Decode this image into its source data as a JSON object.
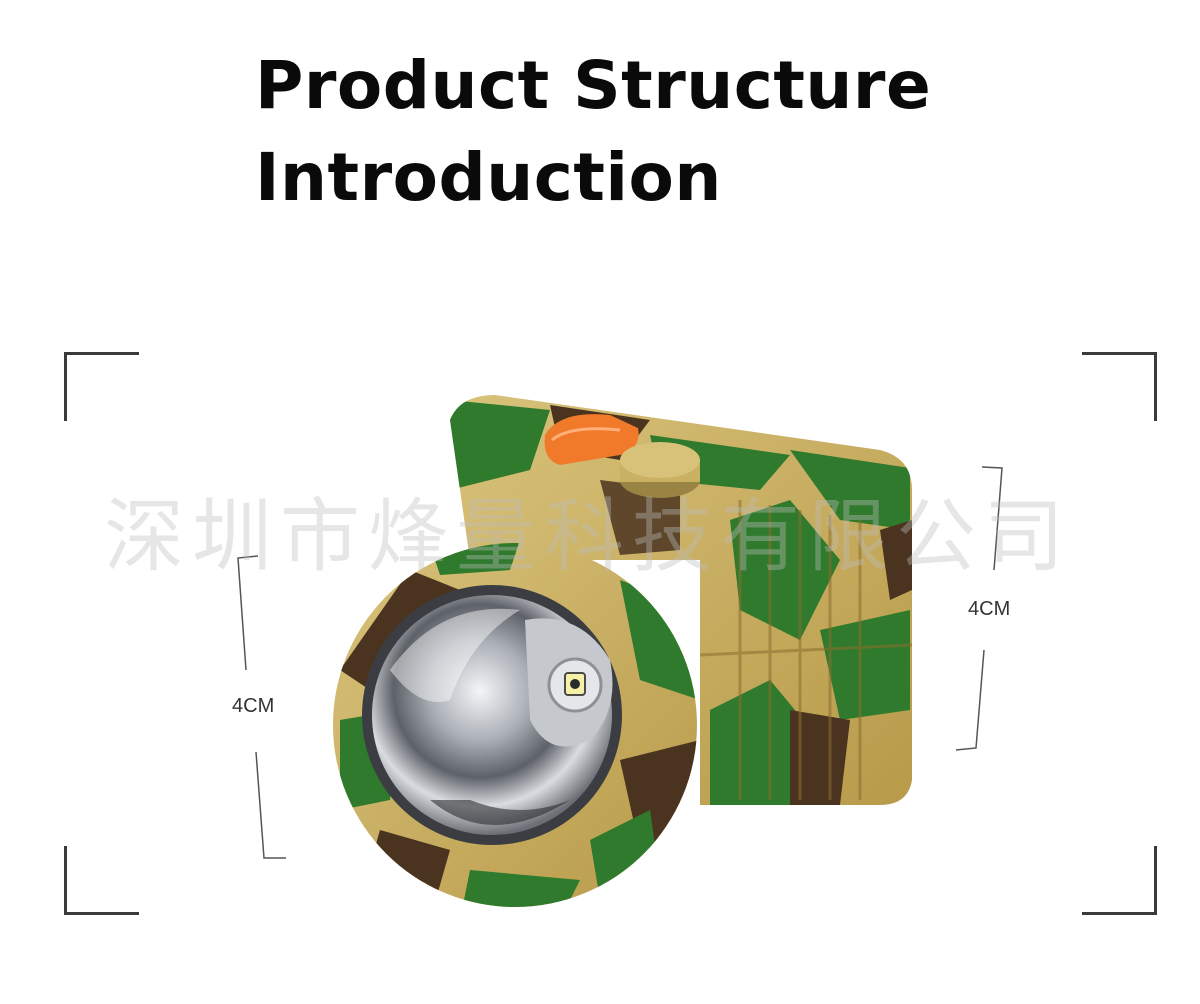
{
  "title": {
    "line1": "Product Structure",
    "line2": "Introduction"
  },
  "dimensions": {
    "height_label": "4CM",
    "depth_label": "4CM"
  },
  "watermark": "深圳市烽量科技有限公司",
  "colors": {
    "camo_tan": "#c9b062",
    "camo_green": "#2f7a2c",
    "camo_brown": "#4a3420",
    "switch_orange": "#f07a2a",
    "reflector": "#b8bcc2"
  },
  "product": "camouflage LED headlamp"
}
